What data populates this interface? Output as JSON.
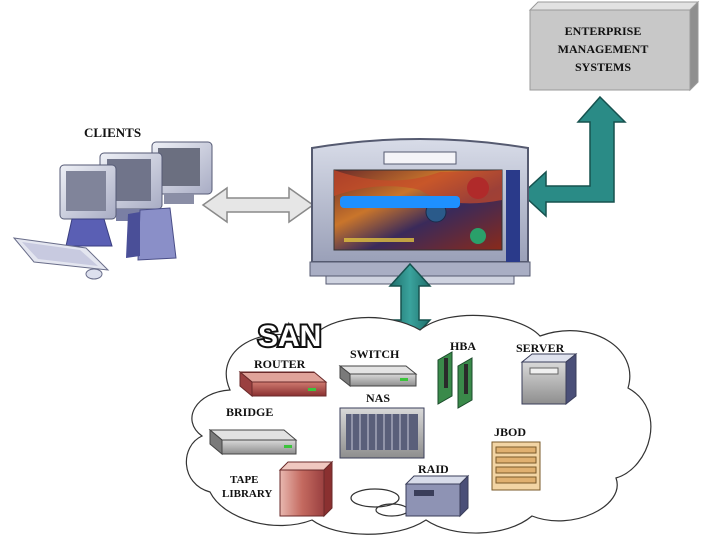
{
  "enterprise": {
    "line1": "ENTERPRISE",
    "line2": "MANAGEMENT",
    "line3": "SYSTEMS"
  },
  "clients_label": "CLIENTS",
  "san": {
    "title": "SAN",
    "router": "ROUTER",
    "switch": "SWITCH",
    "hba": "HBA",
    "server": "SERVER",
    "bridge": "BRIDGE",
    "nas": "NAS",
    "jbod": "JBOD",
    "tape_line1": "TAPE",
    "tape_line2": "LIBRARY",
    "raid": "RAID"
  },
  "colors": {
    "teal_arrow": "#2a8b86",
    "client_arrow": "#dcdcdc",
    "mgmt_box": "#c8c8c8",
    "screen_bar": "#1e90ff",
    "router": "#b04a4a",
    "server_frame": "#7a7f9a"
  }
}
